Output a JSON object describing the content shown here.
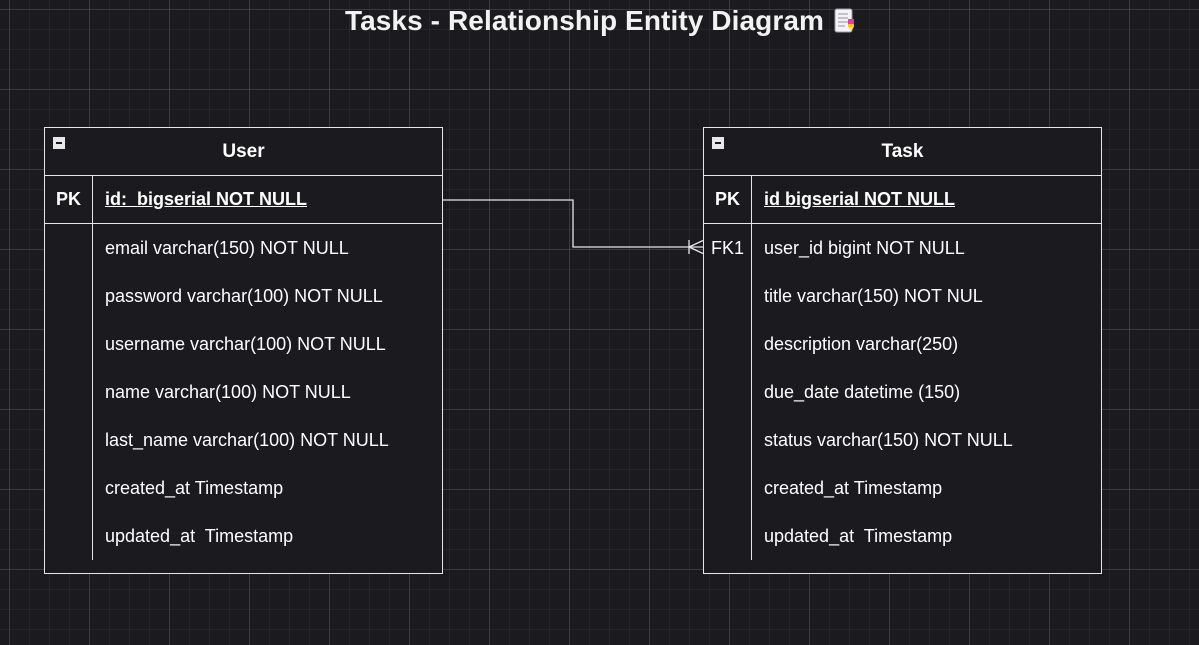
{
  "title": "Tasks - Relationship Entity Diagram",
  "title_icon": "notepad-icon",
  "colors": {
    "background": "#1b1a1f",
    "grid": "#3a393e",
    "stroke": "#e6e6e6",
    "text": "#ffffff"
  },
  "entities": [
    {
      "name": "User",
      "primary_key": {
        "label": "PK",
        "field": "id:  bigserial NOT NULL"
      },
      "attributes": [
        {
          "key": "",
          "field": "email varchar(150) NOT NULL"
        },
        {
          "key": "",
          "field": "password varchar(100) NOT NULL"
        },
        {
          "key": "",
          "field": "username varchar(100) NOT NULL"
        },
        {
          "key": "",
          "field": "name varchar(100) NOT NULL"
        },
        {
          "key": "",
          "field": "last_name varchar(100) NOT NULL"
        },
        {
          "key": "",
          "field": "created_at Timestamp"
        },
        {
          "key": "",
          "field": "updated_at  Timestamp"
        }
      ]
    },
    {
      "name": "Task",
      "primary_key": {
        "label": "PK",
        "field": "id bigserial NOT NULL"
      },
      "attributes": [
        {
          "key": "FK1",
          "field": "user_id bigint NOT NULL"
        },
        {
          "key": "",
          "field": "title varchar(150) NOT NUL"
        },
        {
          "key": "",
          "field": "description varchar(250)"
        },
        {
          "key": "",
          "field": "due_date datetime (150)"
        },
        {
          "key": "",
          "field": "status varchar(150) NOT NULL"
        },
        {
          "key": "",
          "field": "created_at Timestamp"
        },
        {
          "key": "",
          "field": "updated_at  Timestamp"
        }
      ]
    }
  ],
  "relationship": {
    "from": "User.id",
    "to": "Task.user_id",
    "from_end": "one",
    "to_end": "many"
  }
}
